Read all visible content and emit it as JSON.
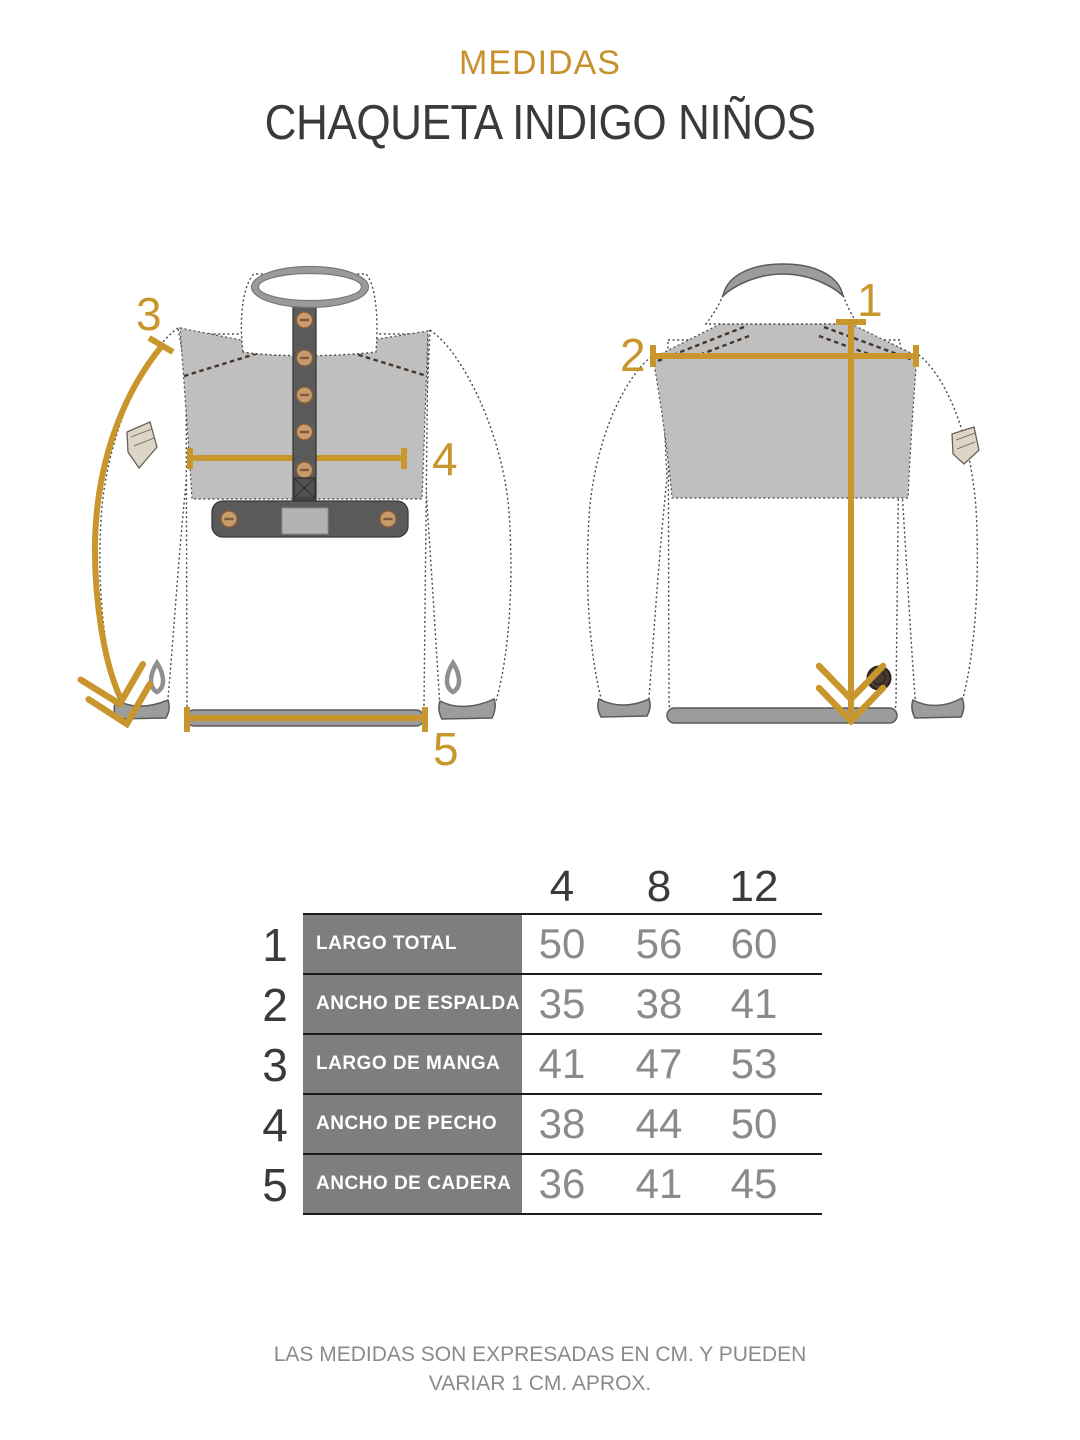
{
  "title": {
    "eyebrow": "MEDIDAS",
    "product": "CHAQUETA INDIGO NIÑOS"
  },
  "diagram": {
    "front_view": "front of jacket",
    "back_view": "back of jacket",
    "labels": {
      "l1": "1",
      "l2": "2",
      "l3": "3",
      "l4": "4",
      "l5": "5"
    }
  },
  "sizes": [
    "4",
    "8",
    "12"
  ],
  "table": {
    "rows": [
      {
        "num": "1",
        "label": "LARGO TOTAL",
        "values": [
          "50",
          "56",
          "60"
        ]
      },
      {
        "num": "2",
        "label": "ANCHO DE ESPALDA",
        "values": [
          "35",
          "38",
          "41"
        ]
      },
      {
        "num": "3",
        "label": "LARGO DE MANGA",
        "values": [
          "41",
          "47",
          "53"
        ]
      },
      {
        "num": "4",
        "label": "ANCHO DE PECHO",
        "values": [
          "38",
          "44",
          "50"
        ]
      },
      {
        "num": "5",
        "label": "ANCHO DE CADERA",
        "values": [
          "36",
          "41",
          "45"
        ]
      }
    ]
  },
  "footer": {
    "line1": "LAS MEDIDAS SON EXPRESADAS EN CM. Y PUEDEN",
    "line2": "VARIAR 1 CM. APROX."
  },
  "colors": {
    "accent_gold": "#C9962E",
    "title_gold": "#C7922E",
    "yoke_gray": "#BFBFBF",
    "trim_gray": "#9C9C9C",
    "placket_dark": "#5A5A5A",
    "table_label_bg": "#7E7E7E",
    "value_text": "#8A8A8A",
    "heading_text": "#3A3A3A",
    "snap_copper": "#C79B6C",
    "back_button_brown": "#463A31"
  }
}
